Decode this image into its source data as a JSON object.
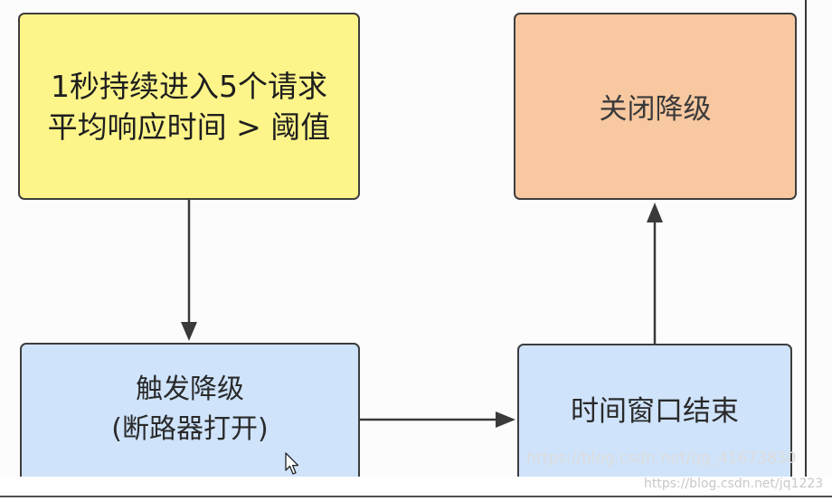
{
  "diagram": {
    "nodes": {
      "condition": {
        "lines": [
          "1秒持续进入5个请求",
          "平均响应时间 > 阈值"
        ],
        "fill": "#fdf58a"
      },
      "trigger": {
        "lines": [
          "触发降级",
          "(断路器打开)"
        ],
        "fill": "#cfe3fb"
      },
      "window_end": {
        "label": "时间窗口结束",
        "fill": "#cfe3fb"
      },
      "close": {
        "label": "关闭降级",
        "fill": "#f8c8a0"
      }
    },
    "edges": [
      {
        "from": "condition",
        "to": "trigger"
      },
      {
        "from": "trigger",
        "to": "window_end"
      },
      {
        "from": "window_end",
        "to": "close"
      }
    ],
    "line_color": "#3a3a3a"
  },
  "watermarks": {
    "primary": "https://blog.csdn.net/qq_41673830",
    "secondary": "https://blog.csdn.net/jq1223"
  },
  "cursor_icon": "mouse-pointer-icon"
}
